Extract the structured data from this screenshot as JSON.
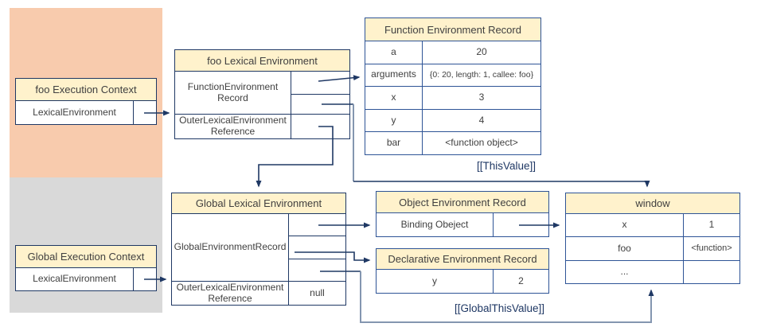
{
  "foo_execution_context": {
    "title": "foo Execution Context",
    "row_label": "LexicalEnvironment"
  },
  "foo_lexical_environment": {
    "title": "foo Lexical Environment",
    "record_line1": "FunctionEnvironment",
    "record_line2": "Record",
    "outer_line1": "OuterLexicalEnvironment",
    "outer_line2": "Reference"
  },
  "function_environment_record": {
    "title": "Function Environment Record",
    "rows": [
      {
        "key": "a",
        "value": "20"
      },
      {
        "key": "arguments",
        "value": "{0: 20, length: 1, callee: foo}"
      },
      {
        "key": "x",
        "value": "3"
      },
      {
        "key": "y",
        "value": "4"
      },
      {
        "key": "bar",
        "value": "<function object>"
      }
    ]
  },
  "global_lexical_environment": {
    "title": "Global Lexical Environment",
    "record_label": "GlobalEnvironmentRecord",
    "outer_line1": "OuterLexicalEnvironment",
    "outer_line2": "Reference",
    "outer_value": "null"
  },
  "object_environment_record": {
    "title": "Object Environment Record",
    "row_label": "Binding Obeject"
  },
  "declarative_environment_record": {
    "title": "Declarative Environment Record",
    "rows": [
      {
        "key": "y",
        "value": "2"
      }
    ]
  },
  "window_object": {
    "title": "window",
    "rows": [
      {
        "key": "x",
        "value": "1"
      },
      {
        "key": "foo",
        "value": "<function>"
      },
      {
        "key": "...",
        "value": ""
      }
    ]
  },
  "global_execution_context": {
    "title": "Global Execution Context",
    "row_label": "LexicalEnvironment"
  },
  "annotations": {
    "this_value": "[[ThisValue]]",
    "global_this_value": "[[GlobalThisValue]]"
  },
  "colors": {
    "active_context_bg": "#F8CBAD",
    "inactive_context_bg": "#D9D9D9",
    "header_fill": "#FFF2CC",
    "box_border": "#1F3864",
    "table_border": "#2E5496",
    "connector": "#1F3864",
    "connector_light": "#8496B0",
    "annotation_text": "#1F3864"
  }
}
